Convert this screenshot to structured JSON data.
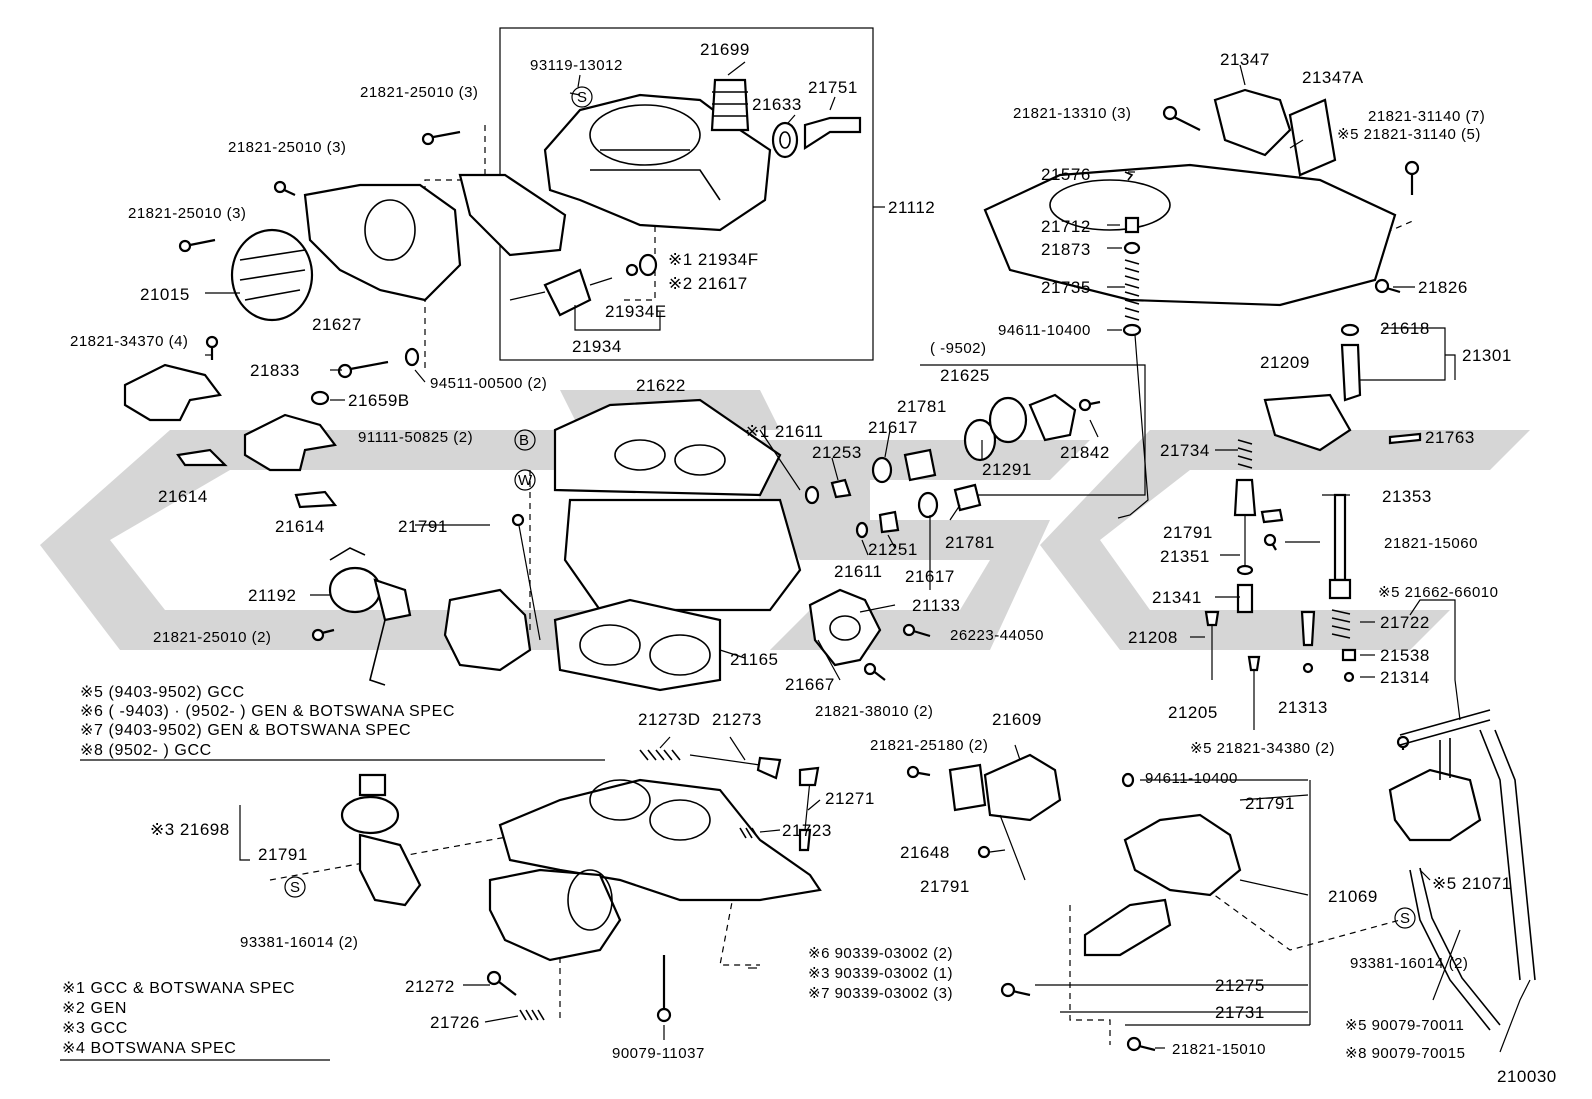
{
  "markers": {
    "s": "S",
    "b": "B",
    "w": "W"
  },
  "labels": {
    "l1": "21821-25010 (3)",
    "l2": "21821-25010 (3)",
    "l3": "21821-25010 (3)",
    "l4": "21015",
    "l5": "21627",
    "l6": "21821-34370 (4)",
    "l7": "21833",
    "l8": "94511-00500 (2)",
    "l9": "21659B",
    "l10": "91111-50825 (2)",
    "l11": "21614",
    "l12": "21614",
    "l13": "21791",
    "l14": "21192",
    "l15": "21821-25010 (2)",
    "l16": "93119-13012",
    "l17": "21699",
    "l18": "21633",
    "l19": "21751",
    "l20": "21112",
    "l21": "※1 21934F",
    "l22": "※2 21617",
    "l23": "21934E",
    "l24": "21934",
    "l25": "21622",
    "l26": "※1 21611",
    "l27": "21253",
    "l28": "21617",
    "l29": "21781",
    "l30": "21625",
    "l31": "(    -9502)",
    "l32": "94611-10400",
    "l33": "21291",
    "l34": "21842",
    "l35": "21251",
    "l36": "21781",
    "l37": "21611",
    "l38": "21617",
    "l39": "21133",
    "l40": "26223-44050",
    "l41": "21165",
    "l42": "21667",
    "l43": "21821-38010 (2)",
    "l44": "21347",
    "l45": "21347A",
    "l46": "21821-13310 (3)",
    "l47": "21821-31140 (7)",
    "l48": "※5 21821-31140 (5)",
    "l49": "21576",
    "l50": "21712",
    "l51": "21873",
    "l52": "21735",
    "l53": "21826",
    "l54": "21618",
    "l55": "21301",
    "l56": "21209",
    "l57": "21763",
    "l58": "21734",
    "l59": "21353",
    "l60": "21791",
    "l61": "21821-15060",
    "l62": "21351",
    "l63": "※5 21662-66010",
    "l64": "21341",
    "l65": "21722",
    "l66": "21208",
    "l67": "21538",
    "l68": "21314",
    "l69": "21205",
    "l70": "21313",
    "l71": "※5 21821-34380 (2)",
    "l72": "94611-10400",
    "l73": "21791",
    "l74": "21069",
    "l75": "※5 21071",
    "l76": "93381-16014 (2)",
    "l77": "21275",
    "l78": "21731",
    "l79": "※5  90079-70011",
    "l80": "21821-15010",
    "l81": "※8  90079-70015",
    "l82": "210030",
    "l83": "21821-25180 (2)",
    "l84": "21609",
    "l85": "21648",
    "l86": "21791",
    "l87": "21273D",
    "l88": "21273",
    "l89": "21271",
    "l90": "21723",
    "l91": "※3 21698",
    "l92": "21791",
    "l93": "93381-16014 (2)",
    "l94": "※6  90339-03002 (2)",
    "l95": "※3  90339-03002 (1)",
    "l96": "※7  90339-03002 (3)",
    "l97": "21272",
    "l98": "21726",
    "l99": "90079-11037"
  },
  "notes_top": [
    "※5 (9403-9502) GCC",
    "※6 (         -9403) · (9502-        ) GEN & BOTSWANA SPEC",
    "※7 (9403-9502) GEN  &  BOTSWANA  SPEC",
    "※8 (9502-         ) GCC"
  ],
  "notes_bottom": [
    "※1 GCC & BOTSWANA SPEC",
    "※2 GEN",
    "※3 GCC",
    "※4 BOTSWANA SPEC"
  ]
}
